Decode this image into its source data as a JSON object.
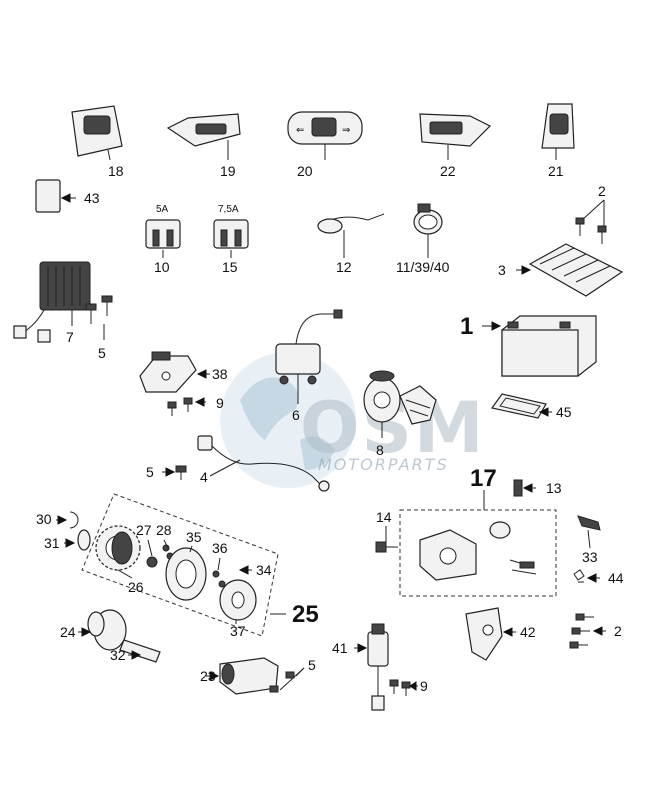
{
  "watermark": {
    "brand": "OSM",
    "sub": "MOTORPARTS"
  },
  "fuse_labels": {
    "fuse_10": "5A",
    "fuse_15": "7,5A"
  },
  "labels": {
    "p18": "18",
    "p19": "19",
    "p20": "20",
    "p22": "22",
    "p21": "21",
    "p43": "43",
    "p10": "10",
    "p15": "15",
    "p12": "12",
    "p11_39_40": "11/39/40",
    "p2a": "2",
    "p3": "3",
    "p1": "1",
    "p7": "7",
    "p5a": "5",
    "p38": "38",
    "p9a": "9",
    "p6": "6",
    "p8": "8",
    "p45": "45",
    "p4": "4",
    "p5b": "5",
    "p17": "17",
    "p13": "13",
    "p14": "14",
    "p33": "33",
    "p44": "44",
    "p30": "30",
    "p31": "31",
    "p27": "27",
    "p28": "28",
    "p35": "35",
    "p36": "36",
    "p34": "34",
    "p26": "26",
    "p25": "25",
    "p37": "37",
    "p24": "24",
    "p32": "32",
    "p23": "23",
    "p5c": "5",
    "p41": "41",
    "p9b": "9",
    "p42": "42",
    "p2b": "2"
  }
}
